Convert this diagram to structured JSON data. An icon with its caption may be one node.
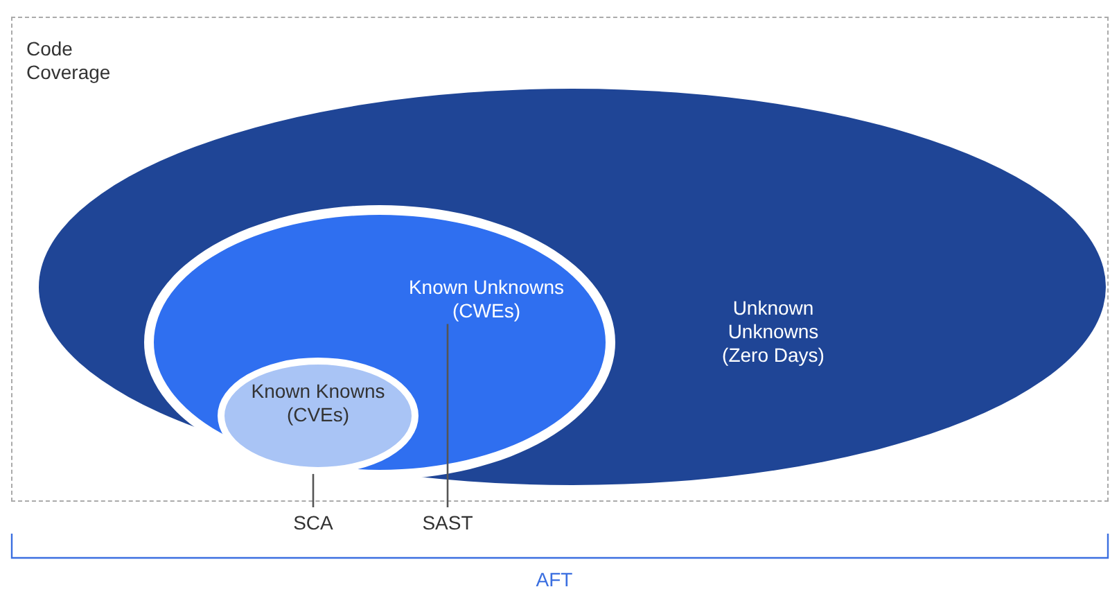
{
  "diagram": {
    "nodes": [
      {
        "text": [
          "Code Coverage"
        ]
      },
      {
        "text": [
          "Unknown Unknowns (Zero Days)"
        ],
        "in": 0
      },
      {
        "text": [
          "Known Unknowns (CWEs)"
        ],
        "in": 1
      },
      {
        "text": [
          "Known Knowns (CVEs)"
        ],
        "in": 2
      },
      {
        "text": [
          "SCA"
        ]
      },
      {
        "text": [
          "SAST"
        ]
      }
    ],
    "edges": [
      {
        "from": 4,
        "to": 3,
        "arrow": "none"
      },
      {
        "from": 5,
        "to": 2,
        "arrow": "none"
      }
    ],
    "labels": [
      "AFT"
    ]
  }
}
